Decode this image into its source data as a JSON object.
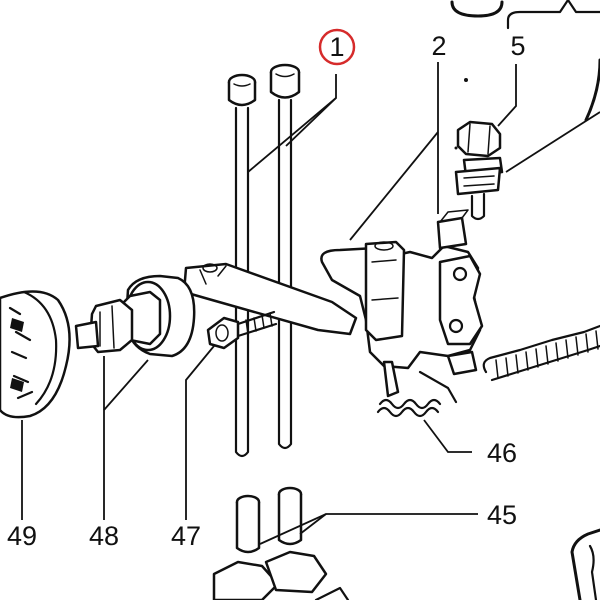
{
  "callouts": [
    {
      "id": "c1",
      "text": "1",
      "highlighted": true
    },
    {
      "id": "c2",
      "text": "2"
    },
    {
      "id": "c5",
      "text": "5"
    },
    {
      "id": "c46",
      "text": "46"
    },
    {
      "id": "c45",
      "text": "45"
    },
    {
      "id": "c47",
      "text": "47"
    },
    {
      "id": "c48",
      "text": "48"
    },
    {
      "id": "c49",
      "text": "49"
    }
  ],
  "colors": {
    "ink": "#111111",
    "highlight_circle": "#d62b2b",
    "background": "#ffffff"
  }
}
